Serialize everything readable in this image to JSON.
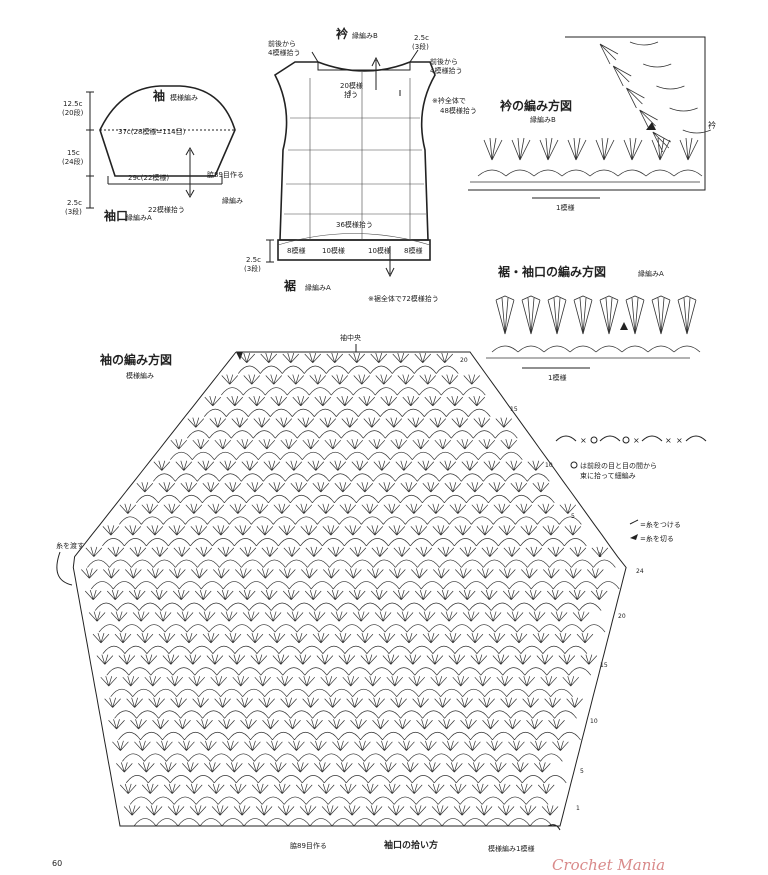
{
  "sleeve_schematic": {
    "title": "袖",
    "pattern": "模様編み",
    "left_dims": [
      "12.5c",
      "(20段)",
      "15c",
      "(24段)",
      "2.5c",
      "(3段)"
    ],
    "top_width": "37c(28模様=114目)",
    "mid_width": "29c(22模様)",
    "bottom_count": "22模様拾う",
    "increase_note": "脇89目作る",
    "edge_note": "縁編み",
    "cuff_label": "袖口",
    "cuff_pattern": "縁編みA"
  },
  "body_schematic": {
    "collar_label": "衿",
    "collar_pattern": "縁編みB",
    "left_pick": [
      "前後から",
      "4模様拾う"
    ],
    "right_dim": [
      "2.5c",
      "(3段)"
    ],
    "right_pick": [
      "前後から",
      "4模様拾う"
    ],
    "center_pick": [
      "20模様",
      "拾う"
    ],
    "collar_note": [
      "※衿全体で",
      "48模様拾う"
    ],
    "hem_width": "36模様拾う",
    "hem_counts": [
      "8模様",
      "10模様",
      "10模様",
      "8模様"
    ],
    "hem_dim": [
      "2.5c",
      "(3段)"
    ],
    "hem_label": "裾",
    "hem_pattern": "縁編みA",
    "hem_note": "※裾全体で72模様拾う"
  },
  "collar_chart": {
    "title": "衿の編み方図",
    "pattern": "縁編みB",
    "repeat": "1模様",
    "side_mark": "衿"
  },
  "hem_chart": {
    "title": "裾・袖口の編み方図",
    "pattern": "縁編みA",
    "repeat": "1模様"
  },
  "sleeve_chart": {
    "title": "袖の編み方図",
    "pattern": "模様編み",
    "center_label": "袖中央",
    "row_numbers": [
      "20",
      "15",
      "10",
      "5",
      "1",
      "24",
      "20",
      "15",
      "10",
      "5",
      "1"
    ],
    "left_note": "糸を渡す",
    "bottom_left": "脇89目作る",
    "bottom_center": "袖口の拾い方",
    "bottom_right": "模様編み1模様"
  },
  "legend": {
    "note_1": "は前段の目と目の間から",
    "note_2": "束に拾って細編み",
    "attach": "=糸をつける",
    "cut": "=糸を切る"
  },
  "footer": {
    "page_number": "60",
    "watermark": "Crochet Mania"
  }
}
